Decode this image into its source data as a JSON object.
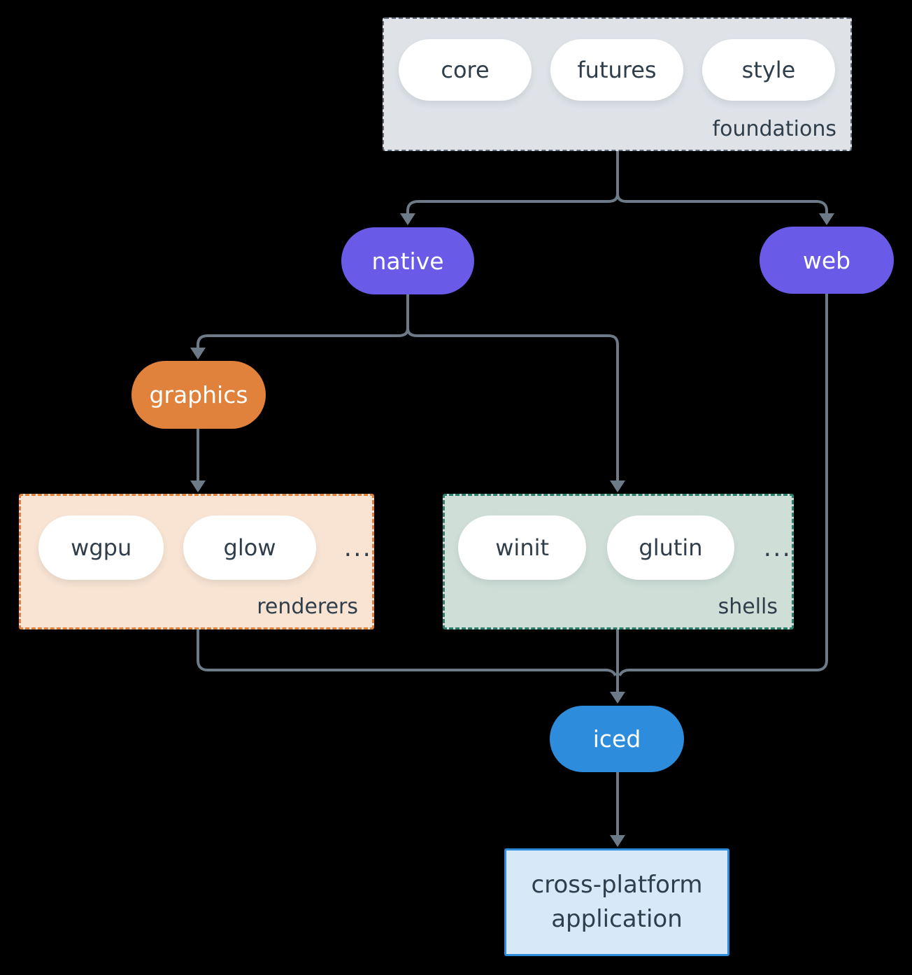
{
  "title": "iced ecosystem architecture diagram",
  "colors": {
    "background": "#000000",
    "arrow": "#6d7a88",
    "slate_text": "#2f3e4a",
    "purple": "#695be8",
    "orange": "#e0813c",
    "blue": "#2d8ddc",
    "foundations_bg": "#dfe3e8",
    "foundations_border": "#5d6b7a",
    "renderers_bg": "#f9e4d3",
    "shells_bg": "#cfdfd8",
    "shells_border": "#2c7f6e",
    "app_bg": "#d7e8f8",
    "pill_bg": "#ffffff"
  },
  "groups": {
    "foundations": {
      "label": "foundations",
      "pills": [
        "core",
        "futures",
        "style"
      ]
    },
    "renderers": {
      "label": "renderers",
      "pills": [
        "wgpu",
        "glow"
      ],
      "more": "..."
    },
    "shells": {
      "label": "shells",
      "pills": [
        "winit",
        "glutin"
      ],
      "more": "..."
    }
  },
  "nodes": {
    "native": "native",
    "web": "web",
    "graphics": "graphics",
    "iced": "iced",
    "application": "cross-platform application"
  }
}
